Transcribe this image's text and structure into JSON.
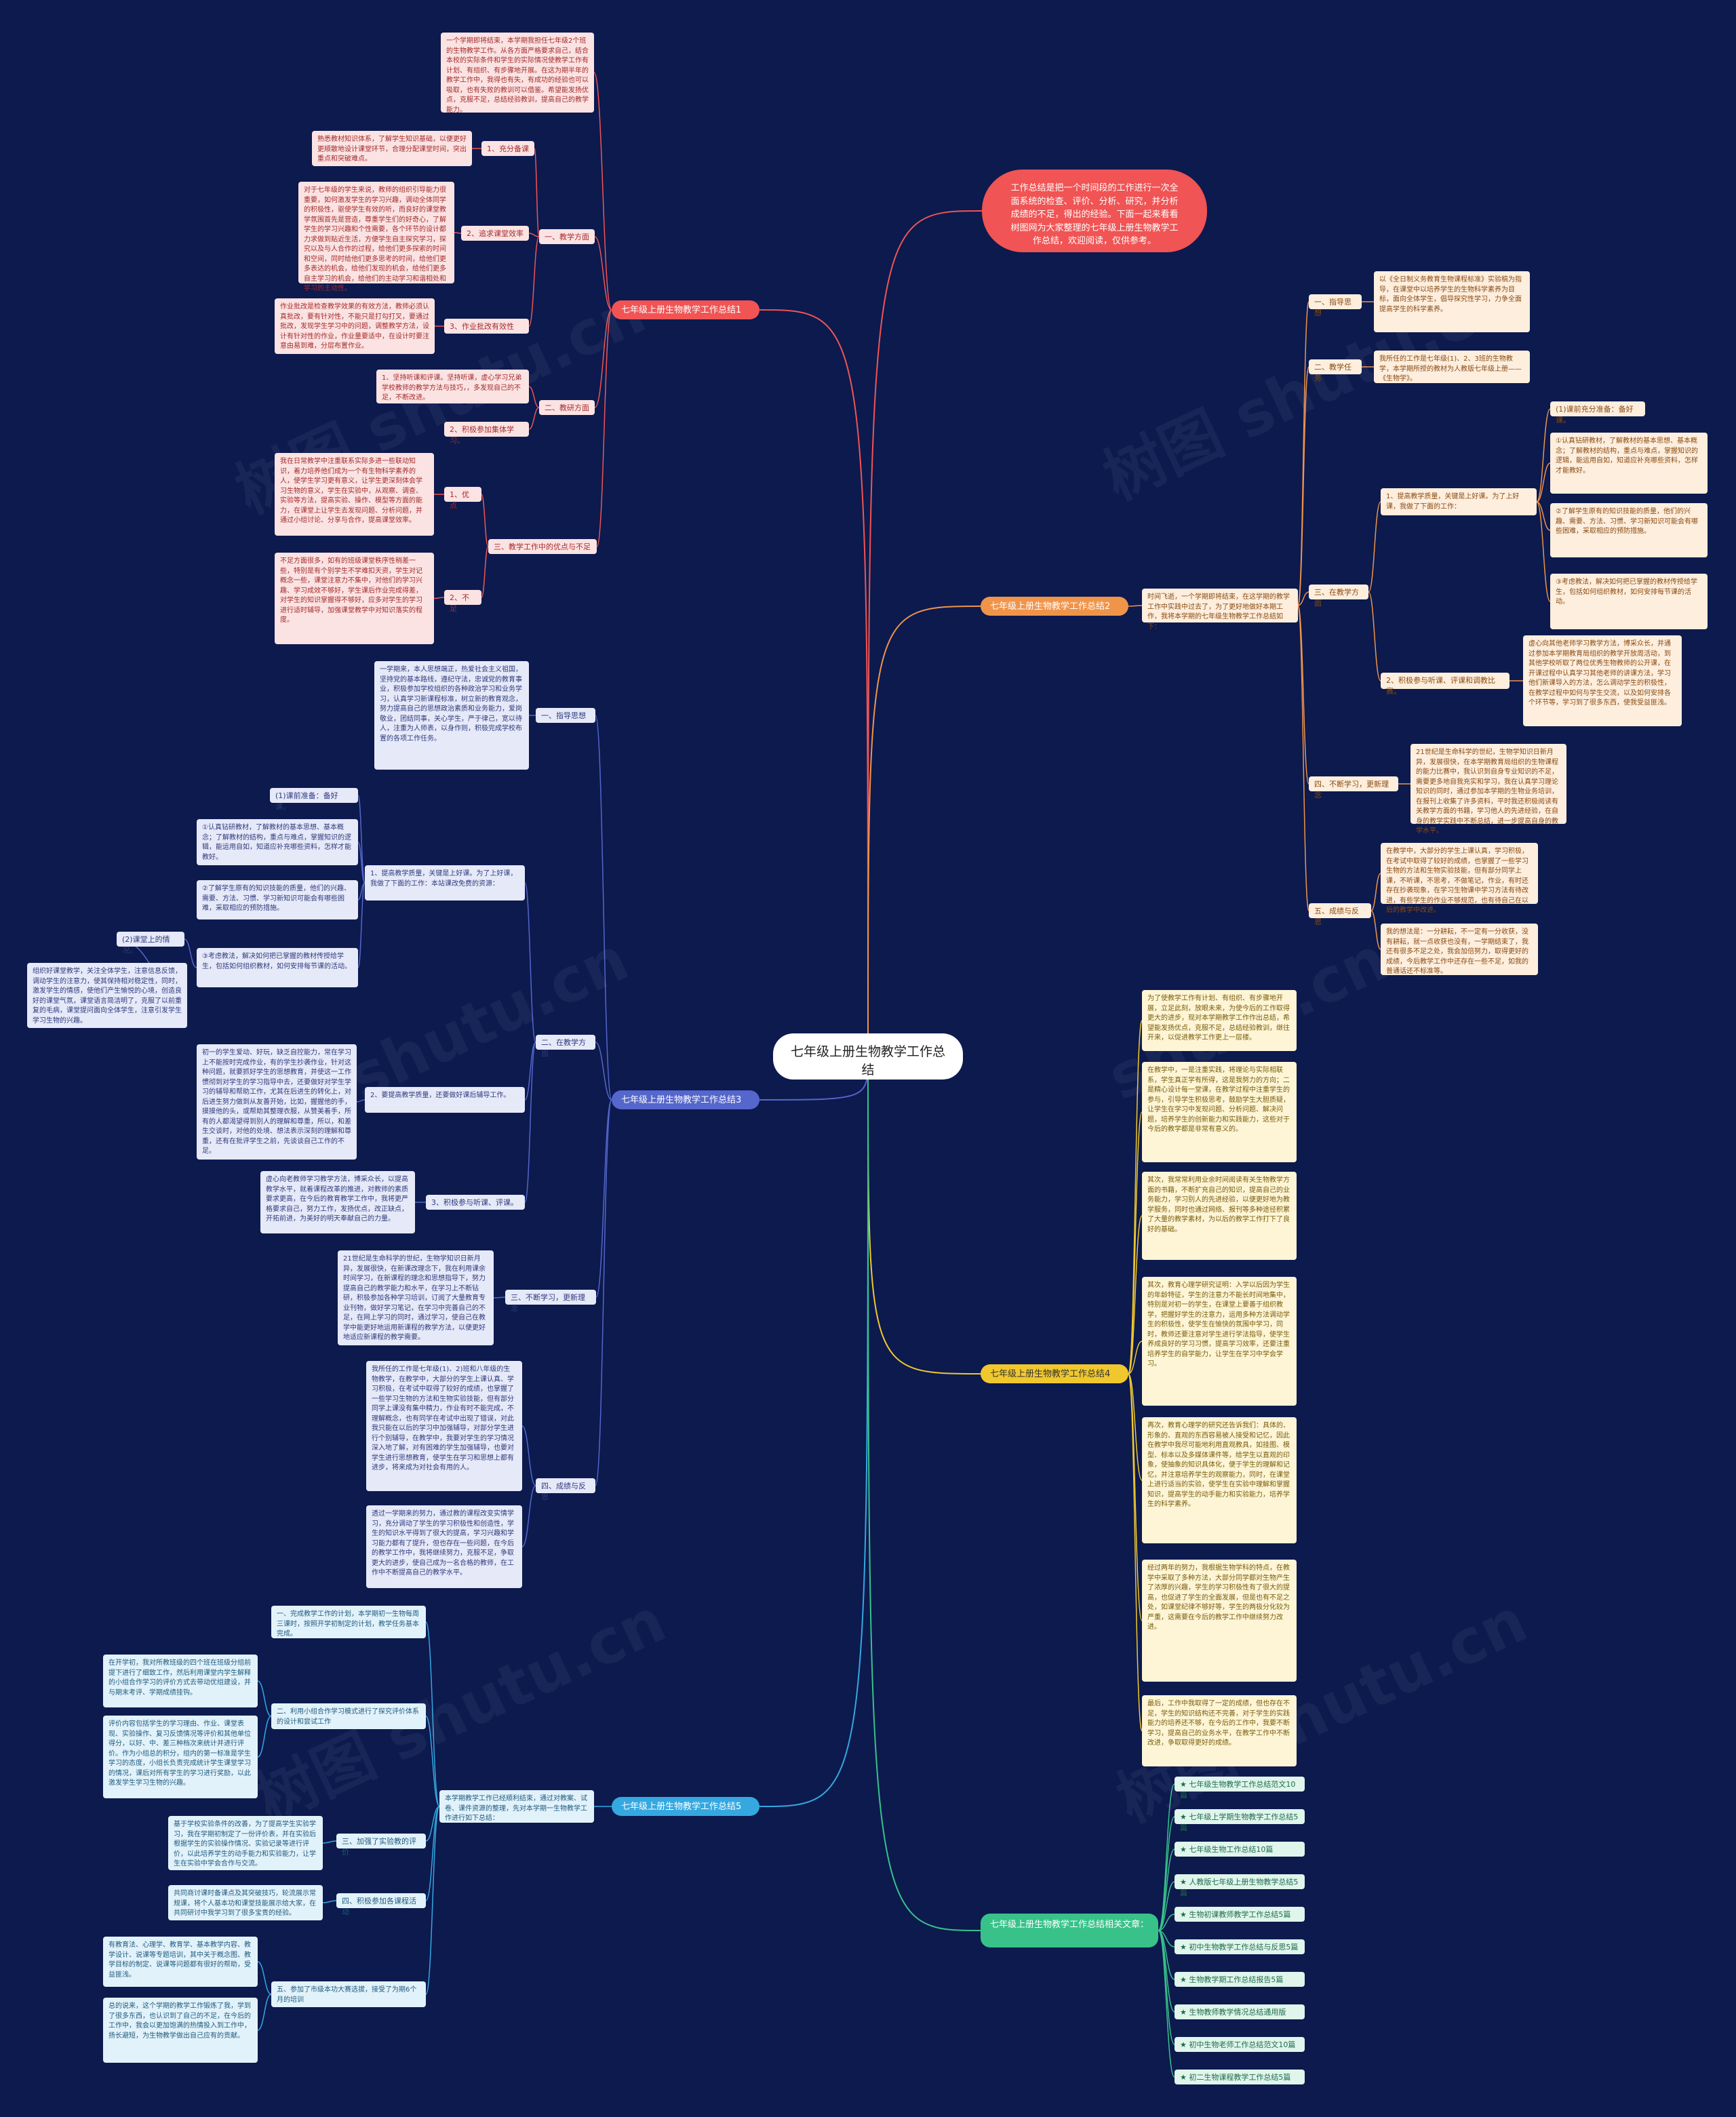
{
  "title": "七年级上册生物教学工作总结",
  "intro": "工作总结是把一个时间段的工作进行一次全面系统的检查、评价、分析、研究，并分析成绩的不足，得出的经验。下面一起来看看树图网为大家整理的七年级上册生物教学工作总结，欢迎阅读，仅供参考。",
  "b1": {
    "label": "七年级上册生物教学工作总结1",
    "lead": "一个学期即将结束，本学期我担任七年级2个班的生物教学工作。从各方面严格要求自己，结合本校的实际条件和学生的实际情况使教学工作有计划、有组织、有步骤地开展。在这为期半年的教学工作中，我得也有失，有成功的经验也可以吸取，也有失败的教训可以借鉴。希望能发扬优点，克服不足，总结经验教训，提高自己的教学能力。",
    "s1": "一、教学方面",
    "s1_1": "1、充分备课",
    "s1_1t": "熟悉教材知识体系，了解学生知识基础，以便更好更顺散地设计课堂环节，合理分配课堂时间，突出重点和突破难点。",
    "s1_2": "2、追求课堂效率",
    "s1_2t": "对于七年级的学生来说，教师的组织引导能力很重要，如何激发学生的学习兴趣，调动全体同学的积极性，驱使学生有效的听，而良好的课堂教学氛围首先是营造，尊重学生们的好奇心，了解学生的学习兴趣和个性需要，各个环节的设计都力求做到贴近生活，方便学生自主探究学习，探究以及与人合作的过程，给他们更多探索的时间和空间，同时给他们更多思考的时间，给他们更多表达的机会，给他们发现的机会，给他们更多自主学习的机会，给他们的主动学习和谐相处和学习的主动性。",
    "s1_3": "3、作业批改有效性",
    "s1_3t": "作业批改是检查教学效果的有效方法，教师必须认真批改，要有针对性，不能只是打勾打叉，要通过批改，发现学生学习中的问题，调整教学方法，设计有针对性的作业，作业量要适中，在设计时要注意由易到难，分层布置作业。",
    "s2": "二、教研方面",
    "s2_1": "1、坚持听课和评课。坚持听课，虚心学习兄弟学校教师的教学方法与技巧，，多发现自己的不足，不断改进。",
    "s2_2": "2、积极参加集体学习。",
    "s3": "三、教学工作中的优点与不足",
    "s3_1": "1、优点",
    "s3_1t": "我在日常教学中注重联系实际多进一些联动知识，着力培养他们成为一个有生物科学素养的人，使学生学习更有意义，让学生更深刻体会学习生物的意义，学生在实验中，从观察、调查、实验等方法，提高实验、操作、模型等方面的能力，在课堂上让学生去发现问题、分析问题，并通过小组讨论、分享与合作，提高课堂效率。",
    "s3_2": "2、不足",
    "s3_2t": "不足方面很多，如有的班级课堂秩序性稍差一些，特别是有个别学生不学难扣天资，学生对记概念一些，课堂注意力不集中，对他们的学习兴趣、学习成效不够好，学生课后作业完成得差，对学生的知识掌握得不够好，应多对学生的学习进行适时辅导，加强课堂教学中对知识落实的程度。"
  },
  "b2": {
    "label": "七年级上册生物教学工作总结2",
    "lead": "时间飞逝，一个学期即将结束，在这学期的教学工作中实践中过去了，为了更好地做好本期工作，我将本学期的七年级生物教学工作总结如下：",
    "s1": "一、指导思想",
    "s1t": "以《全日制义务教育生物课程标准》实验稿为指导，在课堂中以培养学生的生物科学素养为目标，面向全体学生，倡导探究性学习，力争全面提高学生的科学素养。",
    "s2": "二、教学任务",
    "s2t": "我所任的工作是七年级(1)、2、3班的生物教学，本学期所授的教材为人教版七年级上册——《生物学》。",
    "s3": "三、在教学方面",
    "s3_1": "1、提高教学质量，关键是上好课。为了上好课，我做了下面的工作：",
    "s3_1a": "(1)课前充分准备：备好课。",
    "s3_1b": "①认真钻研教材，了解教材的基本思想、基本概念；了解教材的结构，重点与难点，掌握知识的逻辑，能运用自如，知道应补充哪些资料，怎样才能教好。",
    "s3_1c": "②了解学生原有的知识技能的质量，他们的兴趣、需要、方法、习惯、学习新知识可能会有哪些困难，采取相应的预防措施。",
    "s3_1d": "③考虑教法，解决如何把已掌握的教材传授给学生，包括如何组织教材，如何安排每节课的活动。",
    "s3_2": "2、积极参与听课、评课和调教比赛。",
    "s3_2t": "虚心向其他老师学习教学方法，博采众长，并通过参加本学期教育局组织的教学开放周活动，到其他学校听取了两位优秀生物教师的公开课，在开课过程中认真学习其他老师的讲课方法，学习他们新课导入的方法，怎么调动学生的积极性，在教学过程中如何与学生交流，以及如何安排各个环节等，学习到了很多东西，使我受益匪浅。",
    "s4": "四、不断学习，更新理念",
    "s4t": "21世纪是生命科学的世纪，生物学知识日新月异，发展很快，在本学期教育局组织的生物课程的能力比赛中，我认识到自身专业知识的不足，需要更多地自我充实和学习，我在认真学习理论知识的同时，通过参加本学期的生物业务培训，在报刊上收集了许多资料，平时我还积极阅读有关教学方面的书籍，学习他人的先进经验，在自身的教学实践中不断总结，进一步提高自身的教学水平。",
    "s5": "五、成绩与反思",
    "s5_1": "在教学中，大部分的学生上课认真，学习积极，在考试中取得了较好的成绩，也掌握了一些学习生物的方法和生物实验技能，但有部分同学上课，不听课，不思考，不做笔记，作业，有时还存在抄袭现象，在学习生物课中学习方法有待改进，有些学生的作业不够规范，也有待自己在以后的教学中改进。",
    "s5_2": "我的想法是：一分耕耘，不一定有一分收获，没有耕耘，就一点收获也没有，一学期结束了，我还有很多不足之处，我会加倍努力，取得更好的成绩，今后教学工作中还存在一些不足，如我的普通话还不标准等。"
  },
  "b3": {
    "label": "七年级上册生物教学工作总结3",
    "s1": "一、指导思想",
    "s1t": "一学期来，本人思想端正，热爱社会主义祖国，坚持党的基本路线，遵纪守法，忠诚党的教育事业，积极参加学校组织的各种政治学习和业务学习，认真学习新课程标准，树立新的教育观念，努力提高自己的思想政治素质和业务能力，爱岗敬业，团结同事，关心学生，严于律己，宽以待人，注重为人师表，以身作则，积极完成学校布置的各项工作任务。",
    "s2": "二、在教学方面",
    "s2_1": "1、提高教学质量，关键是上好课。为了上好课，我做了下面的工作：本站课改免费的资源：",
    "s2_1a": "(1)课前准备：备好课。",
    "s2_1b": "①认真钻研教材，了解教材的基本思想、基本概念；了解教材的结构，重点与难点，掌握知识的逻辑，能运用自如，知道应补充哪些资料，怎样才能教好。",
    "s2_1c": "②了解学生原有的知识技能的质量，他们的兴趣、需要、方法、习惯、学习新知识可能会有哪些困难，采取相应的预防措施。",
    "s2_1d": "③考虑教法，解决如何把已掌握的教材传授给学生，包括如何组织教材，如何安排每节课的活动。",
    "s2_1e": "(2)课堂上的情况。",
    "s2_1et": "组织好课堂教学，关注全体学生，注意信息反馈，调动学生的注意力，使其保持相对稳定性，同时，激发学生的情感，使他们产生愉悦的心境，创造良好的课堂气氛，课堂语言简洁明了，克服了以前重复的毛病，课堂提问面向全体学生，注意引发学生学习生物的兴趣。",
    "s2_2": "2、要提高教学质量，还要做好课后辅导工作。",
    "s2_2t": "初一的学生爱动、好玩，缺乏自控能力，常在学习上不能按时完成作业，有的学生抄袭作业，针对这种问题，就要抓好学生的思想教育，并使这一工作惯彻到对学生的学习指导中去，还要做好对学生学习的辅导和帮助工作，尤其在后进生的转化上，对后进生努力做到从友善开始，比如，握握他的手，摸摸他的头，或帮助其整理衣服，从赞美着手，所有的人都渴望得到别人的理解和尊重，所以，和差生交谈时，对他的处境、想法表示深刻的理解和尊重，还有在批评学生之前，先谈谈自己工作的不足。",
    "s2_3": "3、积极参与听课、评课。",
    "s2_3t": "虚心向老教师学习教学方法，博采众长，以提高教学水平，就着课程改革的推进，对教师的素质要求更高，在今后的教育教学工作中，我将更严格要求自己，努力工作，发扬优点，改正缺点，开拓前进，为美好的明天奉献自己的力量。",
    "s3": "三、不断学习，更新理念",
    "s3t": "21世纪是生命科学的世纪，生物学知识日新月异，发展很快，在新课改理念下，我在利用课余时间学习，在新课程的理念和思想指导下，努力提高自己的教学能力和水平，在学习上不断钻研，积极参加各种学习培训，订阅了大量教育专业刊物，做好学习笔记，在学习中完善自己的不足，在网上学习的同时，通过学习，使自己在教学中能更好地运用新课程的教学方法，以便更好地适应新课程的教学需要。",
    "s4": "四、成绩与反思",
    "s4_1": "我所任的工作是七年级(1)、2)班和八年级的生物教学，在教学中，大部分的学生上课认真、学习积极，在考试中取得了较好的成绩，也掌握了一些学习生物的方法和生物实验技能，但有部分同学上课没有集中精力，作业有时不能完成，不理解概念，也有同学在考试中出现了错误，对此我只能在以后的学习中加强辅导，对部分学生进行个别辅导，在教学中，我要对学生的学习情况深入地了解，对有困难的学生加强辅导，也要对学生进行思想教育，使学生在学习和思想上都有进步，将来成为对社会有用的人。",
    "s4_2": "透过一学期来的努力，通过教的课程改变实情学习，充分调动了学生的学习积极性和创造性，学生的知识水平得到了很大的提高，学习兴趣和学习能力都有了提升，但也存在一些问题，在今后的教学工作中，我将继续努力，克服不足，争取更大的进步，使自己成为一名合格的教师，在工作中不断提高自己的教学水平。"
  },
  "b4": {
    "label": "七年级上册生物教学工作总结4",
    "p1": "为了使教学工作有计划、有组织、有步骤地开展，立足此刻，放眼未来，为使今后的工作取得更大的进步，现对本学期教学工作作出总结，希望能发扬优点，克服不足，总结经验教训，继往开来，以促进教学工作更上一层楼。",
    "p2": "在教学中，一是注重实践，将理论与实际相联系，学生真正学有所得，这是我努力的方向；二是精心设计每一堂课，在教学过程中注重学生的参与，引导学生积极思考，鼓励学生大胆质疑，让学生在学习中发现问题、分析问题、解决问题，培养学生的创新能力和实践能力，这些对于今后的教学都是非常有意义的。",
    "p3": "其次，我常常利用业余时间阅读有关生物教学方面的书籍，不断扩充自己的知识，提高自己的业务能力，学习别人的先进经验，以便更好地为教学服务，同时也通过网络、报刊等多种途径积累了大量的教学素材，为以后的教学工作打下了良好的基础。",
    "p4": "其次，教育心理学研究证明：入学以后因为学生的年龄特征，学生的注意力不能长时间地集中，特别是对初一的学生，在课堂上要善于组织教学，把握好学生的注意力，运用多种方法调动学生的积极性，使学生在愉快的氛围中学习，同时，教师还要注意对学生进行学法指导，使学生养成良好的学习习惯，提高学习效率，还要注重培养学生的自学能力，让学生在学习中学会学习。",
    "p5": "再次，教育心理学的研究还告诉我们：具体的、形象的、直观的东西容易被人接受和记忆，因此在教学中我尽可能地利用直观教具，如挂图、模型、标本以及多媒体课件等，给学生以直观的印象，使抽象的知识具体化，便于学生的理解和记忆，并注意培养学生的观察能力，同时，在课堂上进行适当的实验，使学生在实验中理解和掌握知识，提高学生的动手能力和实验能力，培养学生的科学素养。",
    "p6": "经过两年的努力，我根据生物学科的特点，在教学中采取了多种方法，大部分同学都对生物产生了浓厚的兴趣，学生的学习积极性有了很大的提高，也促进了学生的全面发展，但是也有不足之处，如课堂纪律不够好等，学生的两极分化较为严重，这需要在今后的教学工作中继续努力改进。",
    "p7": "最后，工作中我取得了一定的成绩，但也存在不足，学生的知识结构还不完善，对于学生的实践能力的培养还不够，在今后的工作中，我要不断学习，提高自己的业务水平，在教学工作中不断改进，争取取得更好的成绩。"
  },
  "b5": {
    "label": "七年级上册生物教学工作总结5",
    "lead": "本学期教学工作已经顺利结束，通过对教案、试卷、课件资源的整理，先对本学期一生物教学工作进行如下总结：",
    "s1": "一、完成教学工作的计划，本学期初一生物每周三课时，按照开学初制定的计划，教学任务基本完成。",
    "s2": "二、利用小组合作学习模式进行了探究评价体系的设计和尝试工作",
    "s2_1": "在开学初，我对所教班级的四个班在班级分组前提下进行了细致工作，然后利用课堂内学生解释的小组合作学习的评价方式去带动优组建设，并与期末考评、学期成绩挂钩。",
    "s2_2": "评价内容包括学生的学习理由、作业、课堂表现、实验操作、复习反馈情况等评价和其他单位得分，以好、中、差三种档次来统计并进行评价。作为小组总的积分，组内的第一标准是学生学习的态度，小组长负责完成统计学生课堂学习的情况，课后对所有学生的学习进行奖励，以此激发学生学习生物的兴趣。",
    "s3": "三、加强了实验教的评价",
    "s3t": "基于学校实验条件的改善，为了提高学生实验学习，我在学期初制定了一份评价表，并在实验后根据学生的实验操作情况、实验记录等进行评价，以此培养学生的动手能力和实验能力，让学生在实验中学会合作与交流。",
    "s4": "四、积极参加各课程活动",
    "s4t": "共同商讨课时备课点及其突破技巧，轮流展示常规课，将个人基本功和课堂技能展示给大家，在共同研讨中我学习到了很多宝贵的经验。",
    "s5": "五、参加了市级本功大赛选拔，接受了为期6个月的培训",
    "s5_1": "有教育法、心理学、教育学、基本教学内容、教学设计、说课等专题培训，其中关于概念图、教学目标的制定、说课等问题都有很好的帮助，受益匪浅。",
    "s5_2": "总的说来，这个学期的教学工作锻炼了我，学到了很多东西，也认识到了自己的不足，在今后的工作中，我会以更加饱满的热情投入到工作中，扬长避短，为生物教学做出自己应有的贡献。"
  },
  "b6": {
    "label": "七年级上册生物教学工作总结相关文章：",
    "links": [
      "★ 七年级生物教学工作总结范文10篇",
      "★ 七年级上学期生物教学工作总结5篇",
      "★ 七年级生物工作总结10篇",
      "★ 人教版七年级上册生物教学总结5篇",
      "★ 生物初课教师教学工作总结5篇",
      "★ 初中生物教学工作总结与反思5篇",
      "★ 生物教学期工作总结报告5篇",
      "★ 生物教师教学情况总结通用版",
      "★ 初中生物老师工作总结范文10篇",
      "★ 初二生物课程教学工作总结5篇"
    ]
  },
  "colors": {
    "bg": "#0c1a4e",
    "b1": "#f05454",
    "b2": "#f0944a",
    "b3": "#5566cc",
    "b4": "#f0c82e",
    "b5": "#35a8e0",
    "b6": "#38c28a"
  }
}
